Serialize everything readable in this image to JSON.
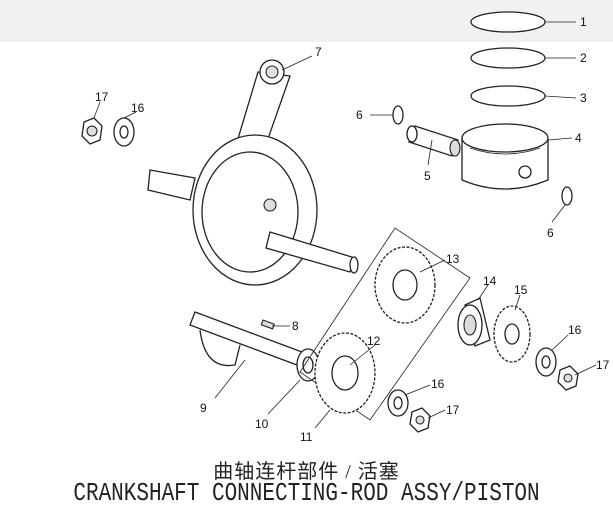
{
  "title": {
    "chinese": "曲轴连杆部件 / 活塞",
    "english": "CRANKSHAFT CONNECTING-ROD ASSY/PISTON"
  },
  "callouts": {
    "c1": "1",
    "c2": "2",
    "c3": "3",
    "c4": "4",
    "c5": "5",
    "c6a": "6",
    "c6b": "6",
    "c7": "7",
    "c8": "8",
    "c9": "9",
    "c10": "10",
    "c11": "11",
    "c12": "12",
    "c13": "13",
    "c14": "14",
    "c15": "15",
    "c16a": "16",
    "c16b": "16",
    "c16c": "16",
    "c17a": "17",
    "c17b": "17",
    "c17c": "17"
  }
}
